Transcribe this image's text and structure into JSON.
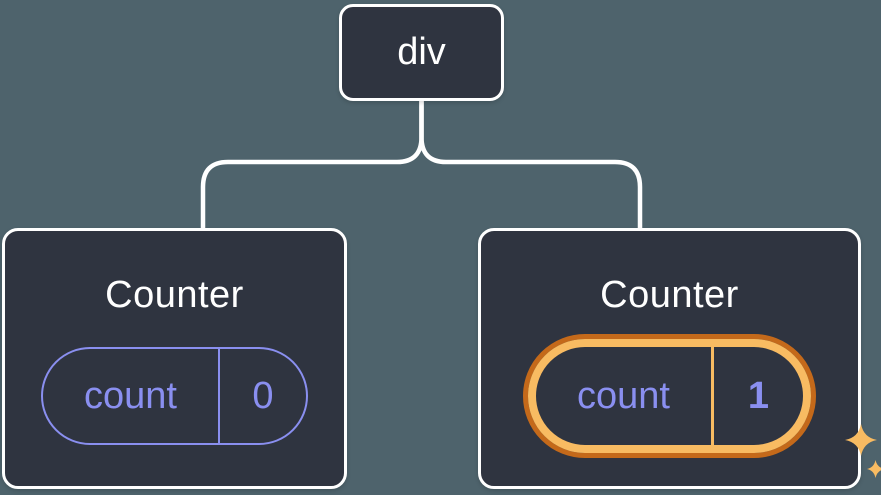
{
  "figure": {
    "description": "React component tree diagram: div root with two Counter children and their state pills",
    "root_node": {
      "label": "div"
    },
    "children": [
      {
        "title": "Counter",
        "state_key": "count",
        "state_value": "0",
        "highlighted": false
      },
      {
        "title": "Counter",
        "state_key": "count",
        "state_value": "1",
        "highlighted": true
      }
    ]
  },
  "colors": {
    "background": "#4E636C",
    "card_fill": "#2F3440",
    "card_border": "#FFFFFF",
    "connector": "#FFFFFF",
    "title_text": "#FFFFFF",
    "state_purple": "#8A8FF0",
    "highlight_orange_dark": "#C4691A",
    "highlight_orange_light": "#F8BB62"
  }
}
